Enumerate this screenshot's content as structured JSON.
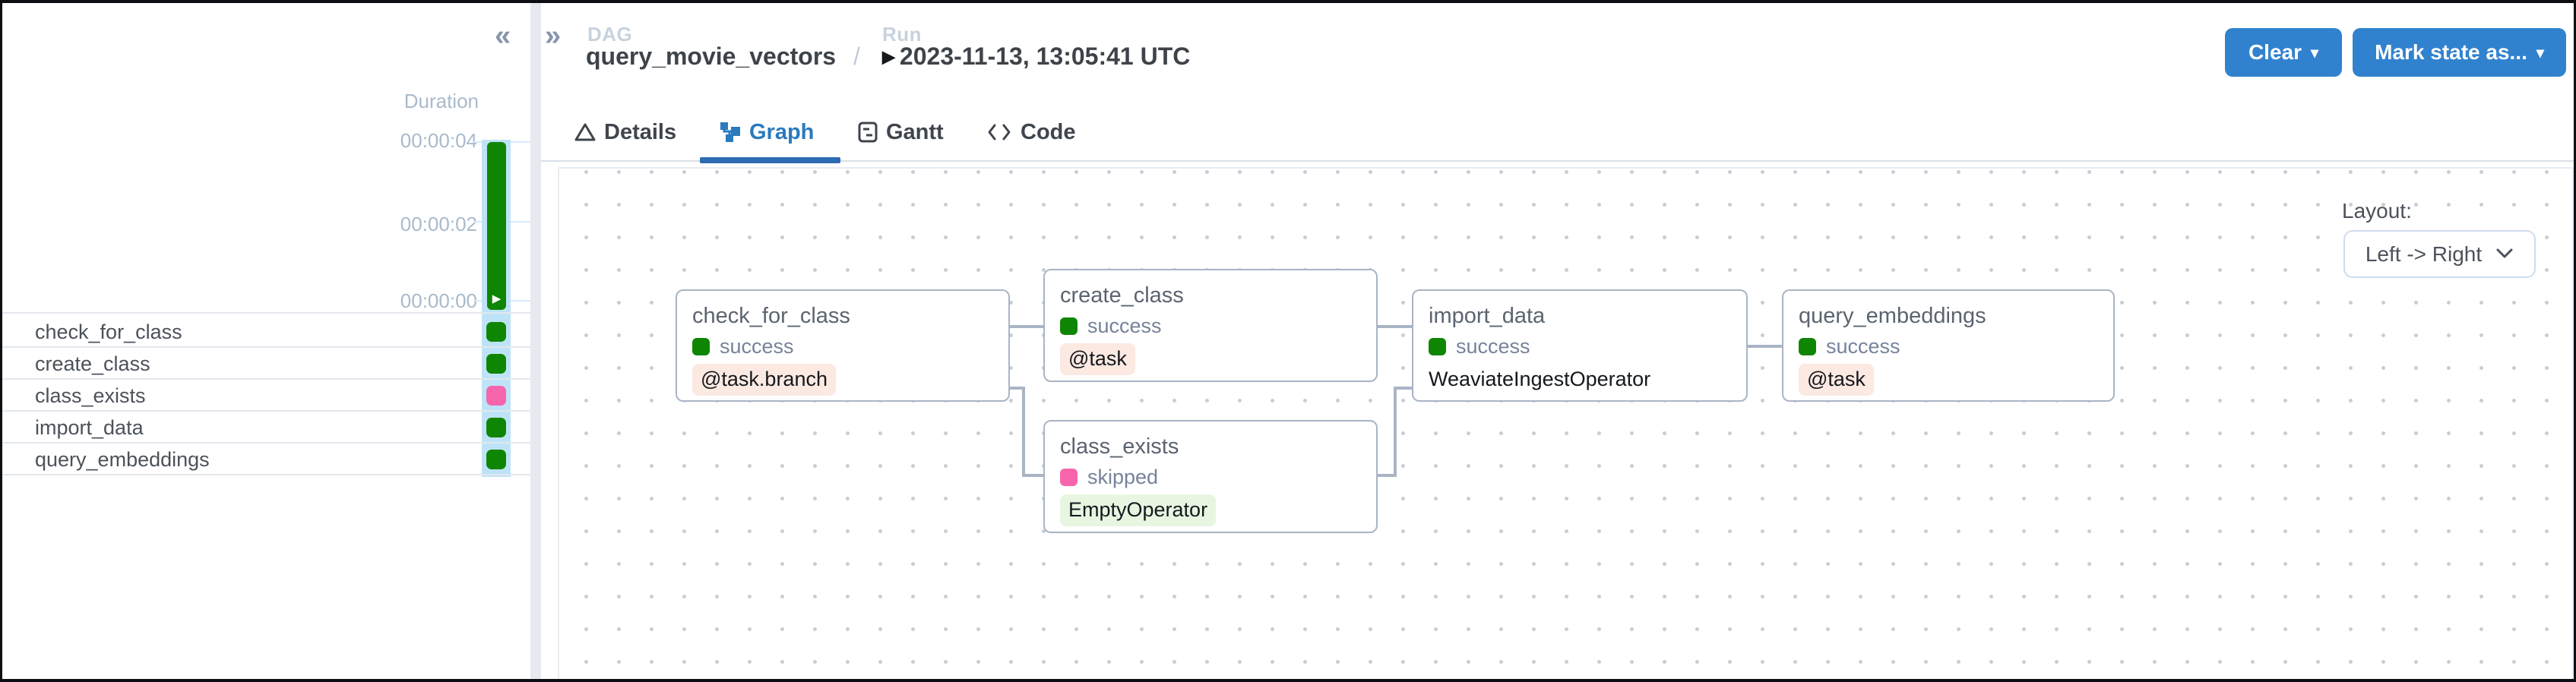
{
  "header": {
    "collapse_icon": "«",
    "expand_icon": "»",
    "dag_label": "DAG",
    "dag_name": "query_movie_vectors",
    "separator": "/",
    "run_label": "Run",
    "run_marker": "▶",
    "run_id": "2023-11-13, 13:05:41 UTC",
    "clear_button": "Clear",
    "mark_state_button": "Mark state as...",
    "dropdown_caret": "▾"
  },
  "tabs": {
    "details": "Details",
    "graph": "Graph",
    "gantt": "Gantt",
    "code": "Code",
    "active": "Graph"
  },
  "grid_panel": {
    "duration_label": "Duration",
    "ticks": [
      "00:00:04",
      "00:00:02",
      "00:00:00"
    ],
    "run_bar": {
      "state": "success",
      "marker": "▶"
    },
    "tasks": [
      {
        "name": "check_for_class",
        "state": "success"
      },
      {
        "name": "create_class",
        "state": "success"
      },
      {
        "name": "class_exists",
        "state": "skipped"
      },
      {
        "name": "import_data",
        "state": "success"
      },
      {
        "name": "query_embeddings",
        "state": "success"
      }
    ]
  },
  "graph": {
    "layout_label": "Layout:",
    "layout_value": "Left -> Right",
    "nodes": [
      {
        "title": "check_for_class",
        "state": "success",
        "operator": "@task.branch"
      },
      {
        "title": "create_class",
        "state": "success",
        "operator": "@task"
      },
      {
        "title": "class_exists",
        "state": "skipped",
        "operator": "EmptyOperator"
      },
      {
        "title": "import_data",
        "state": "success",
        "operator": "WeaviateIngestOperator"
      },
      {
        "title": "query_embeddings",
        "state": "success",
        "operator": "@task"
      }
    ],
    "edges": [
      {
        "from": "check_for_class",
        "to": "create_class"
      },
      {
        "from": "check_for_class",
        "to": "class_exists"
      },
      {
        "from": "create_class",
        "to": "import_data"
      },
      {
        "from": "class_exists",
        "to": "import_data"
      },
      {
        "from": "import_data",
        "to": "query_embeddings"
      }
    ]
  },
  "colors": {
    "success_green": "#0f8603",
    "skipped_pink": "#f765ad",
    "accent_blue": "#3182ce",
    "active_tab_blue": "#2b7abe",
    "node_border": "#a9b5c5",
    "badge_pink_bg": "#fce9e2",
    "badge_green_bg": "#e7f6e1",
    "grid_highlight_blue": "#bee3f8"
  }
}
